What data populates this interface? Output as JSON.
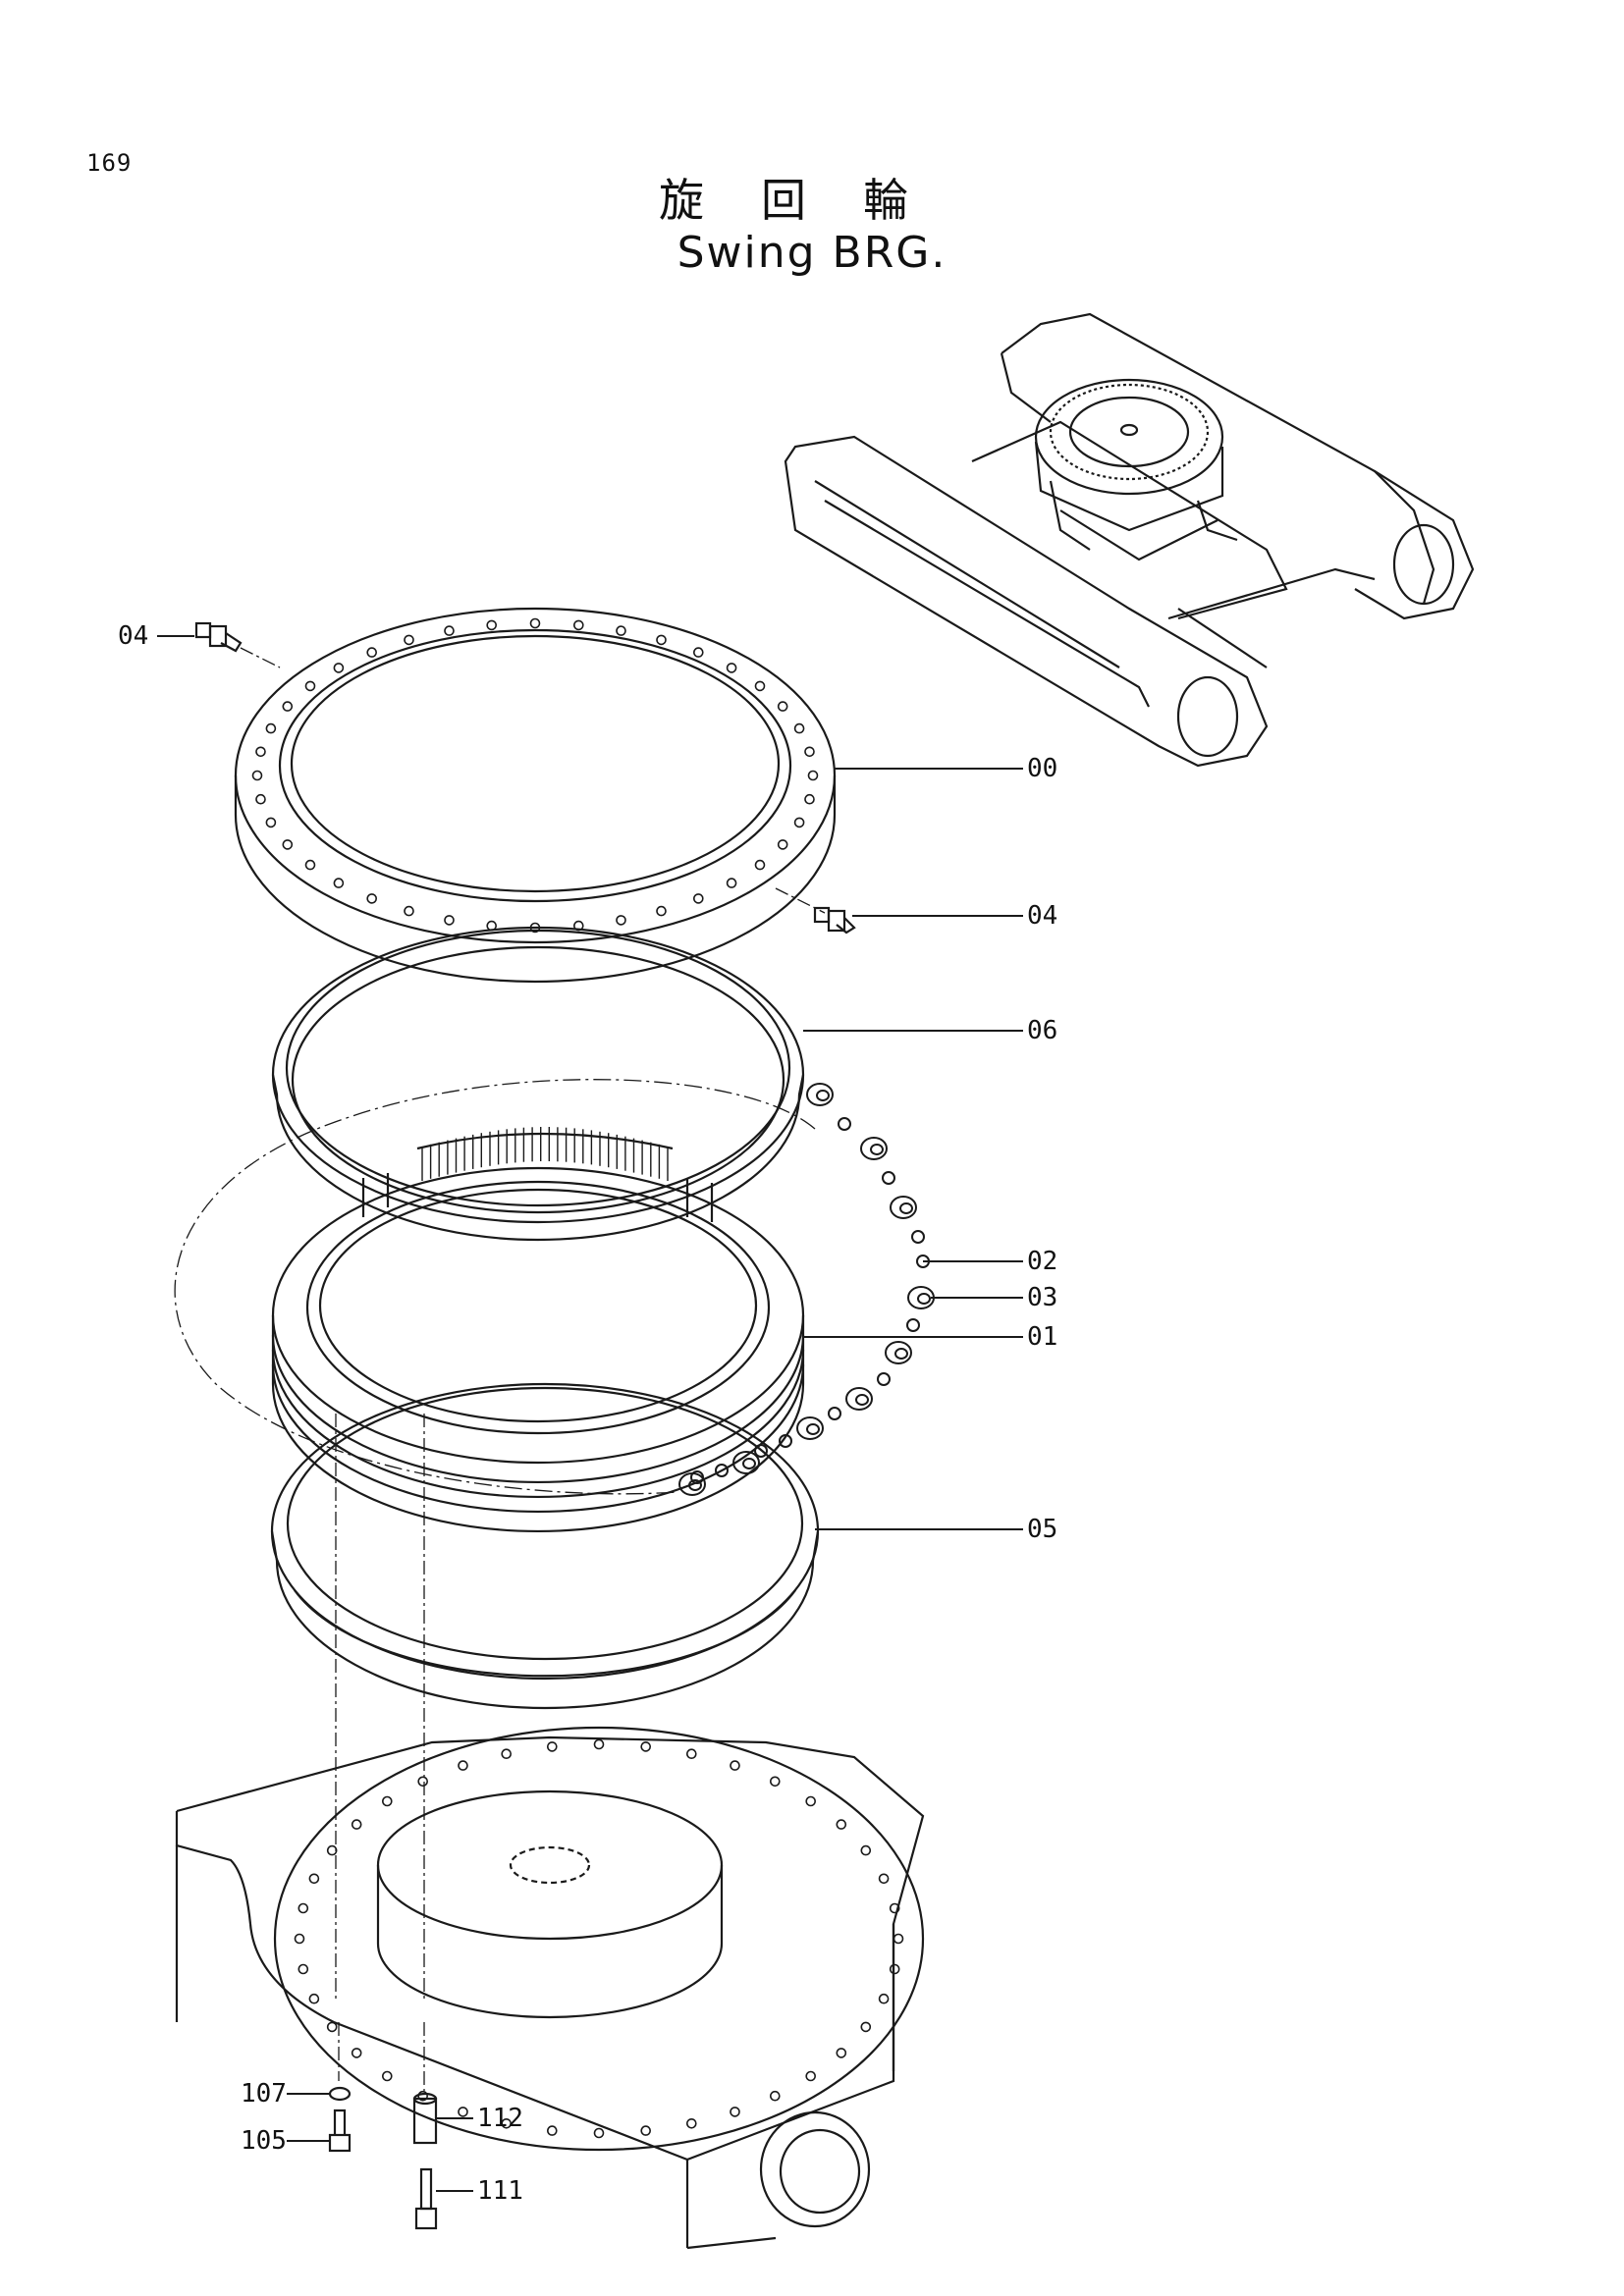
{
  "page": {
    "number": "169",
    "title_jp": "旋回輪",
    "title_en": "Swing BRG."
  },
  "callouts": {
    "grease_fitting_upper": "04",
    "bearing_outer_ring": "00",
    "grease_fitting_lower": "04",
    "seal_upper": "06",
    "ball": "02",
    "spacer": "03",
    "bearing_inner_ring": "01",
    "seal_lower": "05",
    "washer": "107",
    "bolt_short": "105",
    "pin": "112",
    "bolt_long": "111"
  },
  "colors": {
    "line": "#1a1a1a",
    "background": "#ffffff"
  }
}
